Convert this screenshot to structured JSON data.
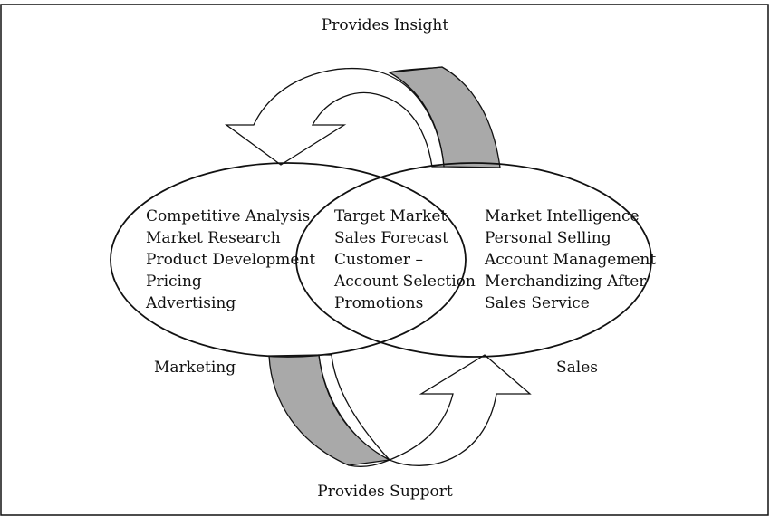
{
  "top_label": "Provides Insight",
  "bottom_label": "Provides Support",
  "marketing": {
    "label": "Marketing",
    "items": [
      "Competitive Analysis",
      "Market Research",
      "Product Development",
      "Pricing",
      "Advertising"
    ]
  },
  "overlap": {
    "items": [
      "Target Market",
      "Sales Forecast",
      "Customer –",
      "Account Selection",
      "Promotions"
    ]
  },
  "sales": {
    "label": "Sales",
    "items": [
      "Market Intelligence",
      "Personal Selling",
      "Account Management",
      "Merchandizing After",
      "Sales Service"
    ]
  },
  "colors": {
    "stroke": "#111111",
    "band_fill": "#a9a9a9",
    "background": "#ffffff"
  }
}
